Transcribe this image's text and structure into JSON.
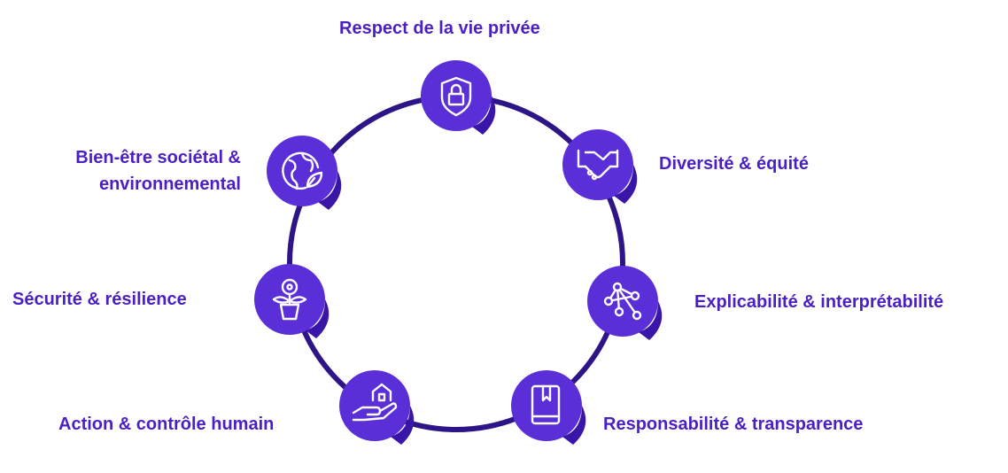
{
  "colors": {
    "accent": "#4a1fc4",
    "ring": "#2d1587",
    "icon_fill": "#5a2fd8",
    "icon_stroke": "#ffffff",
    "background": "#ffffff"
  },
  "nodes": [
    {
      "id": "privacy",
      "label": "Respect de la vie privée",
      "icon": "shield-lock-icon"
    },
    {
      "id": "diversity",
      "label": "Diversité & équité",
      "icon": "handshake-icon"
    },
    {
      "id": "explainability",
      "label": "Explicabilité & interprétabilité",
      "icon": "network-nodes-icon"
    },
    {
      "id": "accountability",
      "label": "Responsabilité & transparence",
      "icon": "book-icon"
    },
    {
      "id": "human-control",
      "label": "Action & contrôle humain",
      "icon": "hand-house-icon"
    },
    {
      "id": "safety",
      "label": "Sécurité & résilience",
      "icon": "potted-flower-icon"
    },
    {
      "id": "wellbeing",
      "label": [
        "Bien-être sociétal &",
        "environnemental"
      ],
      "icon": "globe-leaf-icon"
    }
  ]
}
